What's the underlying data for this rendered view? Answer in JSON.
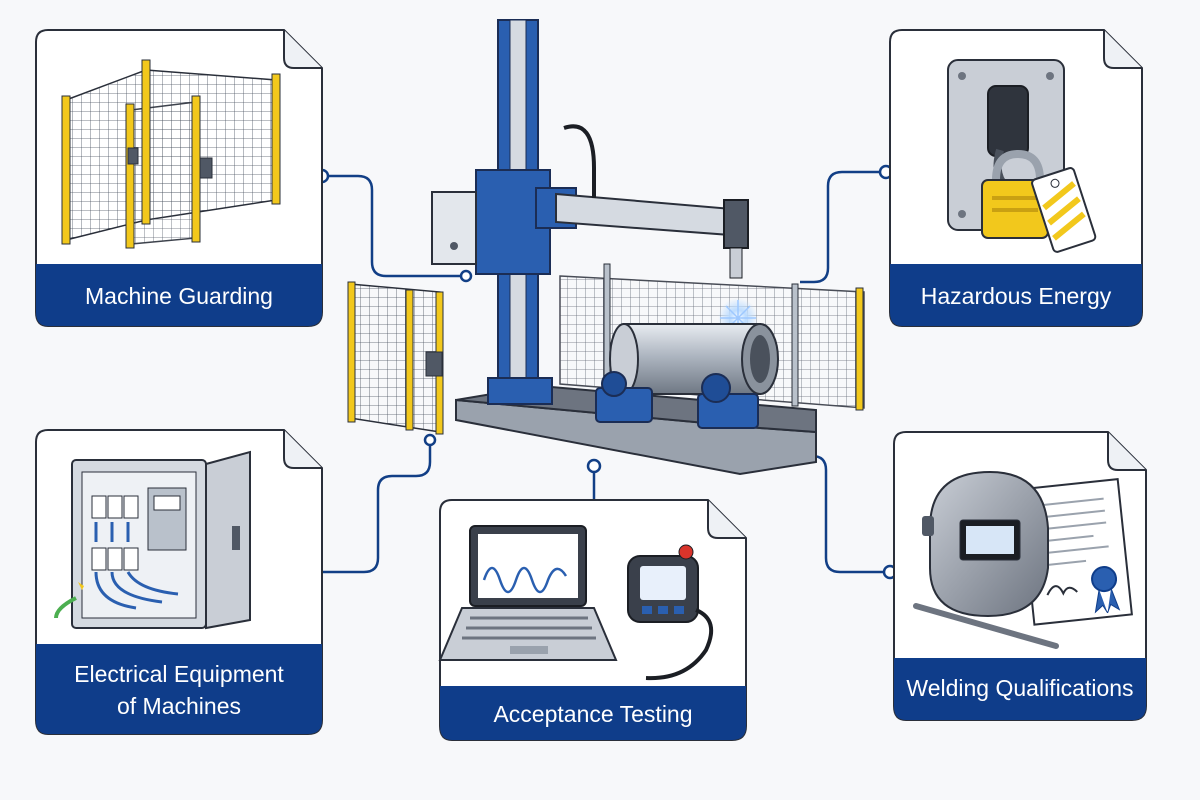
{
  "colors": {
    "brand_blue": "#0f3d8a",
    "connector_blue": "#123f86",
    "guard_yellow": "#f2c81c",
    "machine_blue": "#2a5fb0",
    "steel": "#b9c1cb",
    "outline": "#2a2f3a",
    "spark": "#9ec8ff"
  },
  "cards": [
    {
      "id": "machine-guarding",
      "title_lines": [
        "Machine Guarding"
      ],
      "icon": "safety-fence-icon"
    },
    {
      "id": "hazardous-energy",
      "title_lines": [
        "Hazardous Energy"
      ],
      "icon": "lockout-padlock-icon"
    },
    {
      "id": "electrical-equipment",
      "title_lines": [
        "Electrical Equipment",
        "of Machines"
      ],
      "icon": "electrical-cabinet-icon"
    },
    {
      "id": "acceptance-testing",
      "title_lines": [
        "Acceptance Testing"
      ],
      "icon": "laptop-pendant-icon"
    },
    {
      "id": "welding-qualifications",
      "title_lines": [
        "Welding Qualifications"
      ],
      "icon": "welding-helmet-certificate-icon"
    }
  ],
  "center": {
    "icon": "column-boom-welding-machine-icon"
  }
}
